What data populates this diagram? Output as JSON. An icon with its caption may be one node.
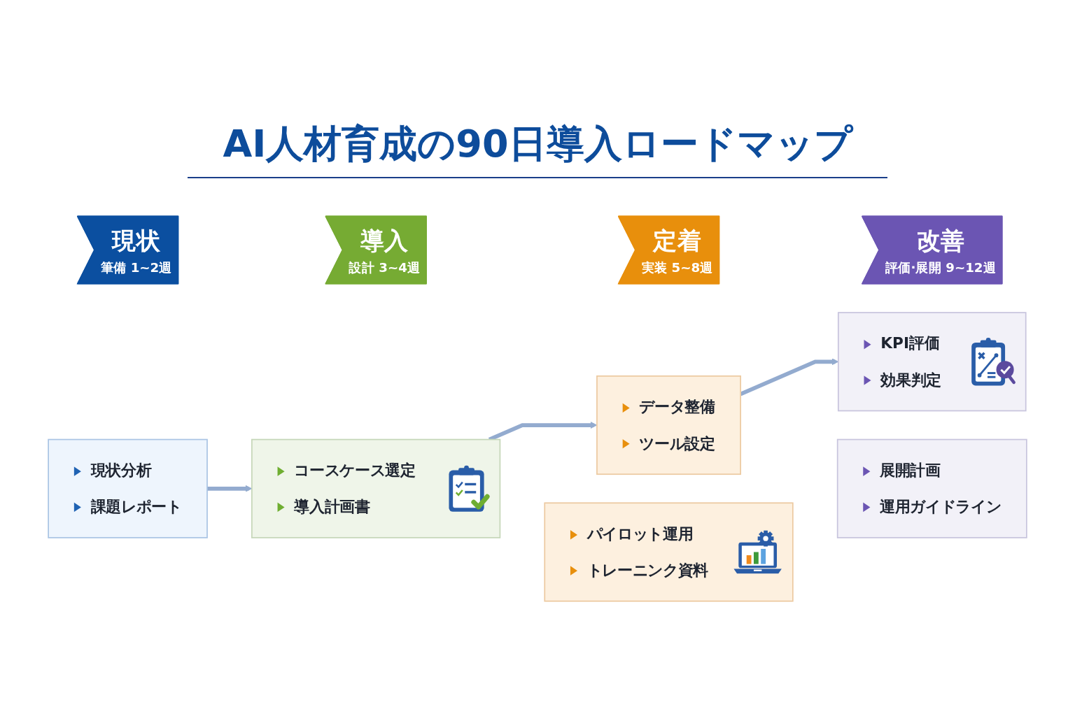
{
  "diagram": {
    "title": "AI人材育成の90日導入ロードマップ",
    "nodes": [
      {
        "text": [
          "現状",
          "筆備 1~2週"
        ]
      },
      {
        "text": [
          "導入",
          "設計 3~4週"
        ]
      },
      {
        "text": [
          "定着",
          "実装 5~8週"
        ]
      },
      {
        "text": [
          "改善",
          "評価·展開 9~12週"
        ]
      },
      {
        "text": [
          "現状分析",
          "課題レポート"
        ]
      },
      {
        "text": [
          "コースケース選定",
          "導入計画書"
        ]
      },
      {
        "text": [
          "データ整備",
          "ツール設定"
        ]
      },
      {
        "text": [
          "パイロット運用",
          "トレーニンク資料"
        ]
      },
      {
        "text": [
          "KPI評価",
          "効果判定"
        ]
      },
      {
        "text": [
          "展開計画",
          "運用ガイドライン"
        ]
      }
    ],
    "edges": [
      {
        "from": 4,
        "to": 5,
        "arrow": "to"
      },
      {
        "from": 5,
        "to": 6,
        "arrow": "to"
      },
      {
        "from": 6,
        "to": 8,
        "arrow": "to"
      }
    ]
  }
}
